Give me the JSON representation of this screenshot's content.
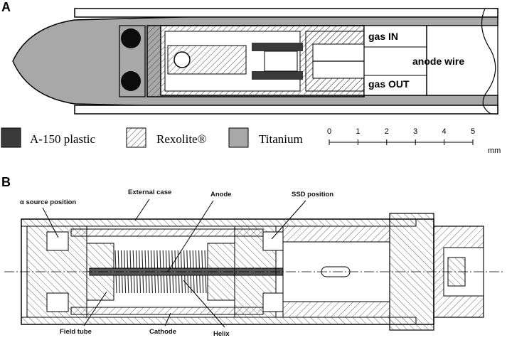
{
  "panels": {
    "a": "A",
    "b": "B"
  },
  "panel_a": {
    "labels": {
      "gas_in": "gas IN",
      "anode_wire": "anode wire",
      "gas_out": "gas OUT"
    },
    "legend": [
      {
        "key": "a150",
        "label": "A-150 plastic",
        "fill": "#3a3a3a",
        "pattern": "solid"
      },
      {
        "key": "rexolite",
        "label": "Rexolite®",
        "fill": "#ffffff",
        "pattern": "hatch"
      },
      {
        "key": "titanium",
        "label": "Titanium",
        "fill": "#a8a8a8",
        "pattern": "solid"
      }
    ],
    "scale": {
      "ticks": [
        "0",
        "1",
        "2",
        "3",
        "4",
        "5"
      ],
      "unit": "mm"
    }
  },
  "panel_b": {
    "labels": {
      "alpha_source": "α source position",
      "external_case": "External case",
      "anode": "Anode",
      "ssd_position": "SSD position",
      "field_tube": "Field tube",
      "cathode": "Cathode",
      "helix": "Helix"
    }
  },
  "colors": {
    "titanium": "#a8a8a8",
    "a150": "#3a3a3a",
    "line": "#000000",
    "hatch": "#555555"
  }
}
